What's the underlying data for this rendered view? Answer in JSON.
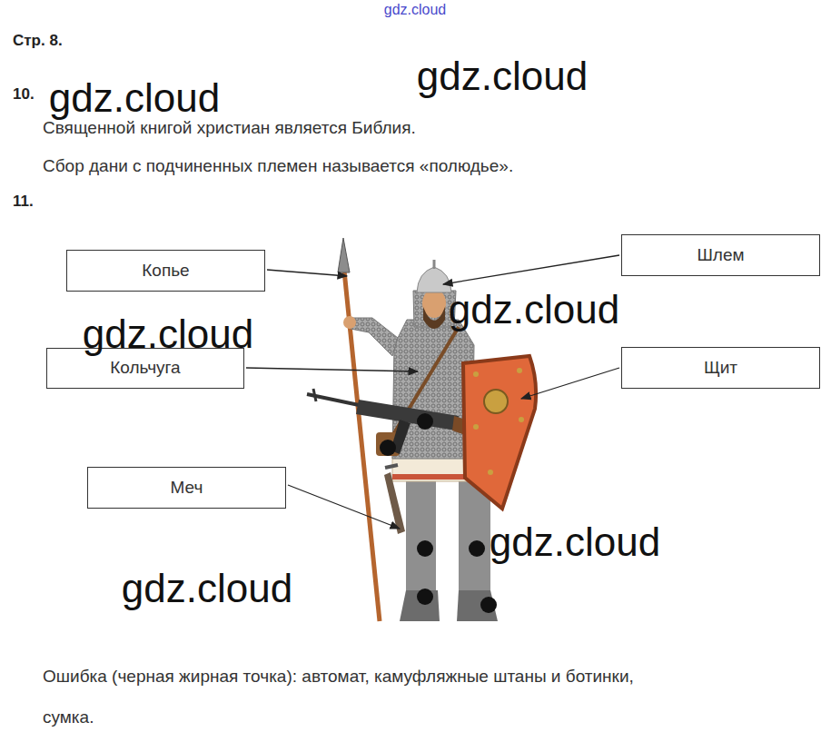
{
  "diagram": {
    "nodes": [
      {
        "text": [
          "Копье"
        ]
      },
      {
        "text": [
          "Шлем"
        ]
      },
      {
        "text": [
          "Кольчуга"
        ]
      },
      {
        "text": [
          "Щит"
        ]
      },
      {
        "text": [
          "Меч"
        ]
      }
    ],
    "labels": [
      "gdz.cloud",
      "Стр. 8.",
      "gdz.cloud",
      "10.",
      "gdz.cloud",
      "Священной книгой христиан является Библия.",
      "Сбор дани с подчиненных племен называется «полюдье».",
      "11.",
      "gdz.cloud",
      "gdz.cloud",
      "gdz.cloud",
      "gdz.cloud",
      "Ошибка (черная жирная точка): автомат, камуфляжные штаны и ботинки, сумка."
    ]
  }
}
